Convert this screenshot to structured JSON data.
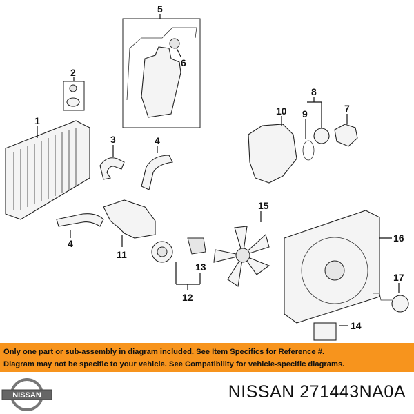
{
  "callouts": [
    "1",
    "2",
    "3",
    "4",
    "4",
    "5",
    "6",
    "7",
    "8",
    "9",
    "10",
    "11",
    "12",
    "13",
    "14",
    "15",
    "16",
    "17"
  ],
  "notice": {
    "line1": "Only one part or sub-assembly in diagram included. See Item Specifics for Reference #.",
    "line2": "Diagram may not be specific to your vehicle. See Compatibility for vehicle-specific diagrams."
  },
  "footer": {
    "brand": "NISSAN",
    "part_label": "NISSAN 271443NA0A"
  },
  "colors": {
    "notice_bg": "#f7941d",
    "text": "#111111"
  }
}
